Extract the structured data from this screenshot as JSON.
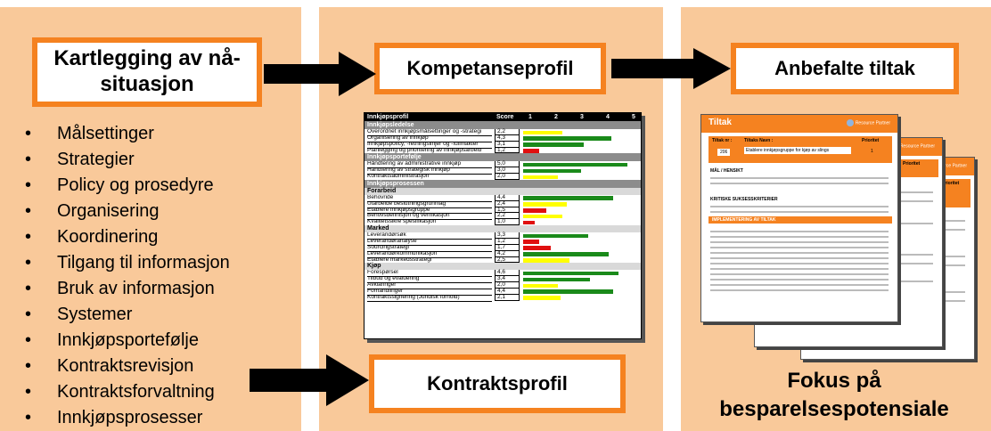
{
  "panels": {
    "left": {
      "title": "Kartlegging av nå-situasjon",
      "bullet_char": "•",
      "items": [
        "Målsettinger",
        "Strategier",
        "Policy og prosedyre",
        "Organisering",
        "Koordinering",
        "Tilgang til informasjon",
        "Bruk av informasjon",
        "Systemer",
        "Innkjøpsportefølje",
        "Kontraktsrevisjon",
        "Kontraktsforvaltning",
        "Innkjøpsprosesser"
      ]
    },
    "middle": {
      "title": "Kompetanseprofil",
      "bottom_title": "Kontraktsprofil"
    },
    "right": {
      "title": "Anbefalte tiltak",
      "caption": "Fokus på besparelsespotensiale"
    }
  },
  "profile": {
    "header": {
      "label": "Innkjøpsprofil",
      "score": "Score",
      "scale": [
        "1",
        "2",
        "3",
        "4",
        "5"
      ]
    },
    "rows": [
      {
        "type": "section",
        "label": "Innkjøpsledelse"
      },
      {
        "type": "item",
        "label": "Overordnet innkjøpsmålsettinger og -strategi",
        "score": "2,2",
        "value": 2.2
      },
      {
        "type": "item",
        "label": "Organisering av innkjøp",
        "score": "4,3",
        "value": 4.3
      },
      {
        "type": "item",
        "label": "Innkjøpspolicy, -retningslinjer og -fullmakter",
        "score": "3,1",
        "value": 3.1
      },
      {
        "type": "item",
        "label": "Planlegging og prioritering av innkjøpsarbeid",
        "score": "1,2",
        "value": 1.2
      },
      {
        "type": "section",
        "label": "Innkjøpsportefølje"
      },
      {
        "type": "item",
        "label": "Håndtering av administrative innkjøp",
        "score": "5,0",
        "value": 5.0
      },
      {
        "type": "item",
        "label": "Håndtering av strategisk innkjøp",
        "score": "3,0",
        "value": 3.0
      },
      {
        "type": "item",
        "label": "Kontraktsadministrasjon",
        "score": "2,0",
        "value": 2.0
      },
      {
        "type": "section",
        "label": "Innkjøpsprosessen"
      },
      {
        "type": "sub",
        "label": "Forarbeid"
      },
      {
        "type": "item",
        "label": "Behovride",
        "score": "4,4",
        "value": 4.4
      },
      {
        "type": "item",
        "label": "Utarbeide beslutningsgrunnlag",
        "score": "2,4",
        "value": 2.4
      },
      {
        "type": "item",
        "label": "Etablere innkjøpsgruppe",
        "score": "1,5",
        "value": 1.5
      },
      {
        "type": "item",
        "label": "Behovsdefinisjon og verifikasjon",
        "score": "2,2",
        "value": 2.2
      },
      {
        "type": "item",
        "label": "Kvalitetssikre spesifikasjon",
        "score": "1,0",
        "value": 1.0
      },
      {
        "type": "sub",
        "label": "Marked"
      },
      {
        "type": "item",
        "label": "Leverandørsøk",
        "score": "3,3",
        "value": 3.3
      },
      {
        "type": "item",
        "label": "Leverandøranalyse",
        "score": "1,2",
        "value": 1.2
      },
      {
        "type": "item",
        "label": "Sourcingstrategi",
        "score": "1,7",
        "value": 1.7
      },
      {
        "type": "item",
        "label": "Leverandørkommunikasjon",
        "score": "4,2",
        "value": 4.2
      },
      {
        "type": "item",
        "label": "Etablere markedsstrategi",
        "score": "2,5",
        "value": 2.5
      },
      {
        "type": "sub",
        "label": "Kjøp"
      },
      {
        "type": "item",
        "label": "Forespørsel",
        "score": "4,6",
        "value": 4.6
      },
      {
        "type": "item",
        "label": "Tilbud og evaluering",
        "score": "3,4",
        "value": 3.4
      },
      {
        "type": "item",
        "label": "Avklaringer",
        "score": "2,0",
        "value": 2.0
      },
      {
        "type": "item",
        "label": "Forhandlinger",
        "score": "4,4",
        "value": 4.4
      },
      {
        "type": "item",
        "label": "Kontraktssignering (Juridisk forhold)",
        "score": "2,1",
        "value": 2.1
      }
    ]
  },
  "tiltak_doc": {
    "title": "Tiltak",
    "logo": "Resource Partner",
    "col_tiltak_nr": "Tiltak nr :",
    "col_tiltak_navn": "Tiltaks Navn :",
    "col_prioritet": "Prioritet",
    "nr": "206",
    "navn": "Etablere innkjøpsgruppe for kjøp av slings",
    "prioritet": "1",
    "maal_head": "MÅL / HENSIKT",
    "kritisk_head": "KRITISKE SUKSESSKRITERIER",
    "impl_head": "IMPLEMENTERING AV TILTAK"
  },
  "colors": {
    "orange": "#f58220",
    "panel": "#f9c99a",
    "green": "#1a8a1a",
    "yellow": "#ffff00",
    "red": "#e01010"
  }
}
